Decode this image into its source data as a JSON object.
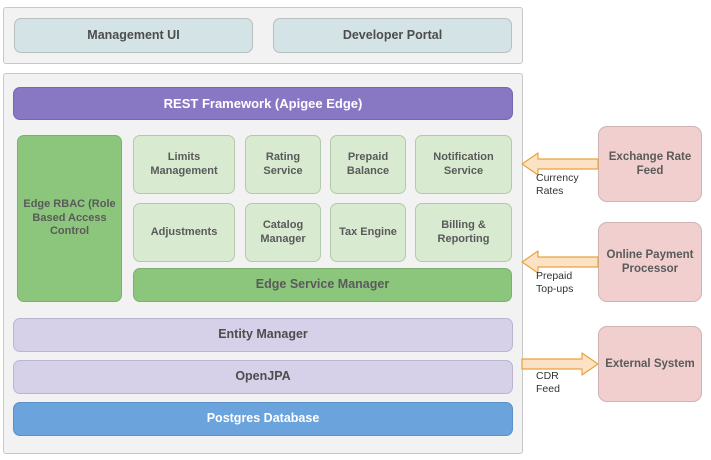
{
  "diagram": {
    "client_layer": {
      "boxes": [
        {
          "id": "management-ui",
          "label": "Management UI"
        },
        {
          "id": "developer-portal",
          "label": "Developer Portal"
        }
      ]
    },
    "platform": {
      "rest_framework": {
        "label": "REST Framework (Apigee Edge)"
      },
      "rbac": {
        "label": "Edge RBAC (Role Based Access Control"
      },
      "services_row1": [
        {
          "id": "limits-management",
          "label": "Limits Management"
        },
        {
          "id": "rating-service",
          "label": "Rating Service"
        },
        {
          "id": "prepaid-balance",
          "label": "Prepaid Balance"
        },
        {
          "id": "notification-service",
          "label": "Notification Service"
        }
      ],
      "services_row2": [
        {
          "id": "adjustments",
          "label": "Adjustments"
        },
        {
          "id": "catalog-manager",
          "label": "Catalog Manager"
        },
        {
          "id": "tax-engine",
          "label": "Tax Engine"
        },
        {
          "id": "billing-reporting",
          "label": "Billing & Reporting"
        }
      ],
      "service_manager": {
        "label": "Edge Service Manager"
      },
      "persistence": [
        {
          "id": "entity-manager",
          "label": "Entity Manager"
        },
        {
          "id": "openjpa",
          "label": "OpenJPA"
        },
        {
          "id": "postgres-database",
          "label": "Postgres Database"
        }
      ]
    },
    "external_systems": [
      {
        "id": "exchange-rate-feed",
        "label": "Exchange Rate Feed"
      },
      {
        "id": "online-payment-processor",
        "label": "Online Payment Processor"
      },
      {
        "id": "external-system",
        "label": "External System"
      }
    ],
    "flows": [
      {
        "id": "currency-rates",
        "label": "Currency\nRates",
        "direction": "left"
      },
      {
        "id": "prepaid-topups",
        "label": "Prepaid\nTop-ups",
        "direction": "left"
      },
      {
        "id": "cdr-feed",
        "label": "CDR\nFeed",
        "direction": "right"
      }
    ],
    "colors": {
      "panel_bg": "#f2f2f2",
      "panel_border": "#c8c8c8",
      "client_box": "#d4e3e5",
      "rest_framework": "#8878c3",
      "green_dark": "#8cc67d",
      "green_light": "#d8ead0",
      "lavender": "#d6d0e8",
      "postgres_blue": "#6ba3dd",
      "external_pink": "#f2cfcf",
      "arrow_fill": "#fbe2c4",
      "arrow_stroke": "#e8a33d"
    }
  }
}
